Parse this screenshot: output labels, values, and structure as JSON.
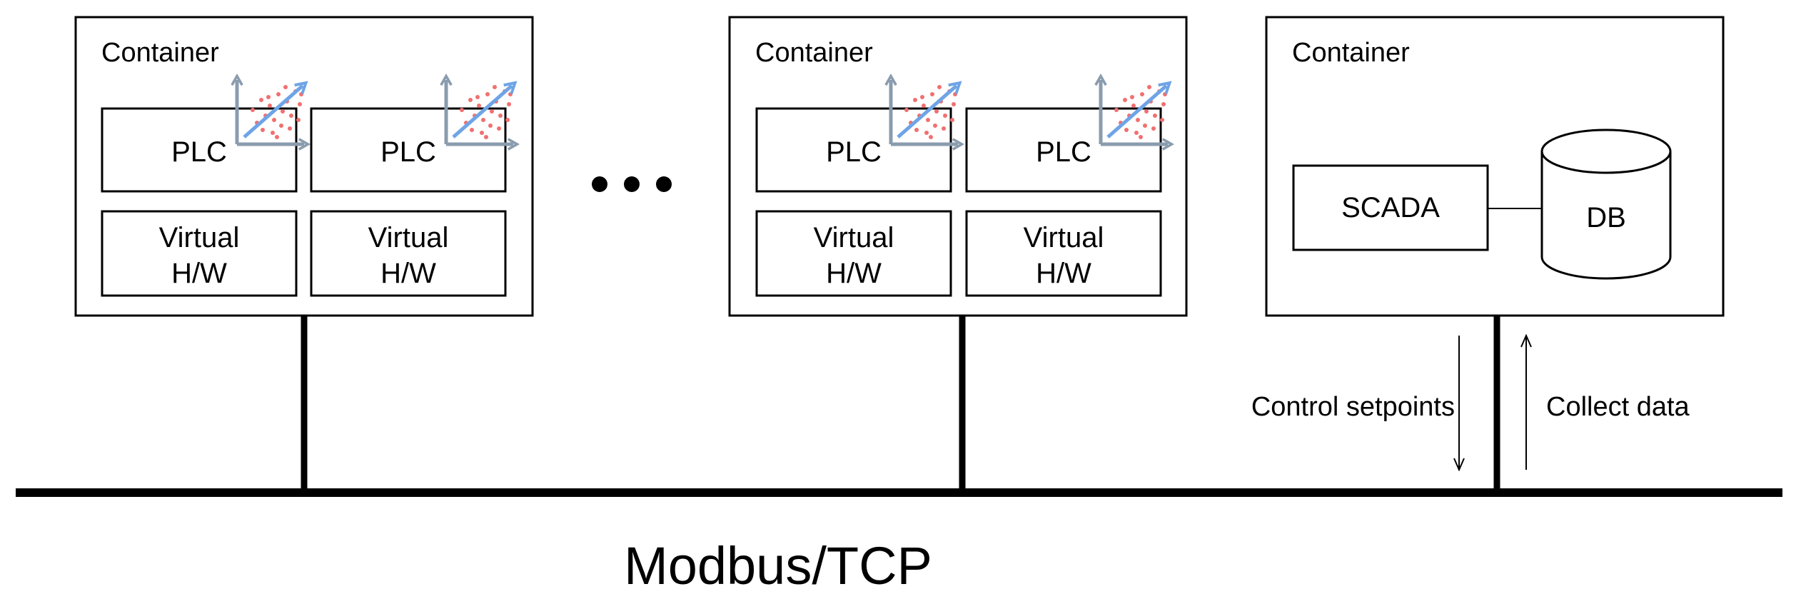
{
  "containers": [
    {
      "label": "Container",
      "plcs": [
        {
          "plc_label": "PLC",
          "hw_line1": "Virtual",
          "hw_line2": "H/W"
        },
        {
          "plc_label": "PLC",
          "hw_line1": "Virtual",
          "hw_line2": "H/W"
        }
      ]
    },
    {
      "label": "Container",
      "plcs": [
        {
          "plc_label": "PLC",
          "hw_line1": "Virtual",
          "hw_line2": "H/W"
        },
        {
          "plc_label": "PLC",
          "hw_line1": "Virtual",
          "hw_line2": "H/W"
        }
      ]
    },
    {
      "label": "Container",
      "scada_label": "SCADA",
      "db_label": "DB"
    }
  ],
  "arrows": {
    "down_label": "Control setpoints",
    "up_label": "Collect data"
  },
  "bus_label": "Modbus/TCP",
  "colors": {
    "line": "#000000",
    "axis": "#8a9cae",
    "trend": "#6fa4e6",
    "dots": "#f07070"
  },
  "icon": "scatter-trend-chart-icon"
}
